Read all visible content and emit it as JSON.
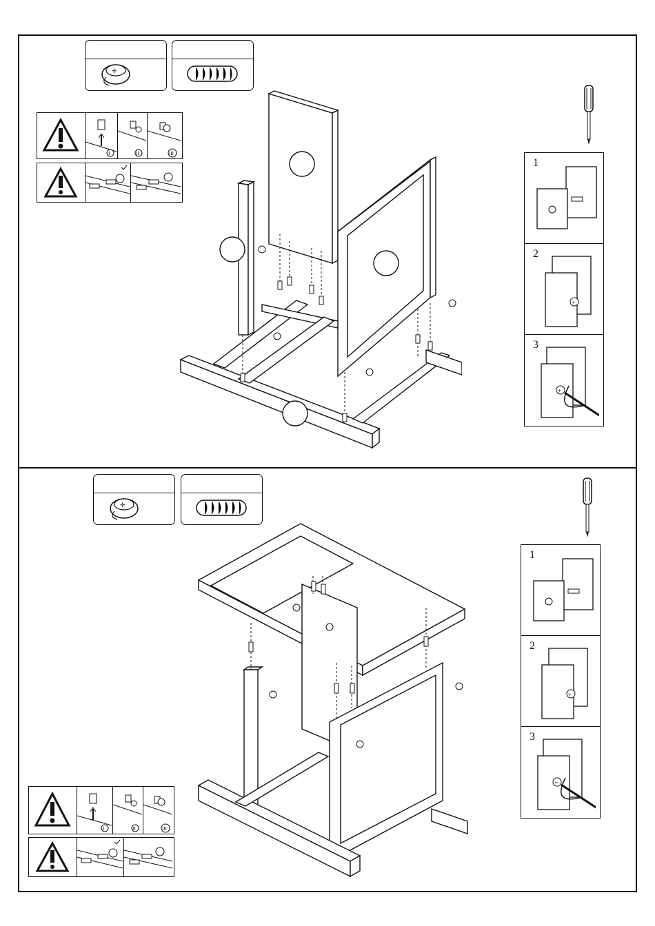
{
  "step_top": {
    "hardware": [
      {
        "name": "cam-lock-fitting",
        "icon": "cam-lock-icon",
        "label": ""
      },
      {
        "name": "wooden-dowel",
        "icon": "dowel-icon",
        "label": ""
      }
    ],
    "warning_rows": [
      {
        "icon": "warning-triangle-icon",
        "subpanels": [
          "I",
          "II",
          "III"
        ]
      },
      {
        "icon": "warning-triangle-icon",
        "subpanels": [
          "",
          ""
        ]
      }
    ],
    "tool": "screwdriver-icon",
    "substeps": [
      "1",
      "2",
      "3"
    ]
  },
  "step_bottom": {
    "hardware": [
      {
        "name": "cam-lock-fitting",
        "icon": "cam-lock-icon",
        "label": ""
      },
      {
        "name": "wooden-dowel",
        "icon": "dowel-icon",
        "label": ""
      }
    ],
    "warning_rows": [
      {
        "icon": "warning-triangle-icon",
        "subpanels": [
          "I",
          "II",
          "III"
        ]
      },
      {
        "icon": "warning-triangle-icon",
        "subpanels": [
          "",
          ""
        ]
      }
    ],
    "tool": "screwdriver-icon",
    "substeps": [
      "1",
      "2",
      "3"
    ]
  }
}
